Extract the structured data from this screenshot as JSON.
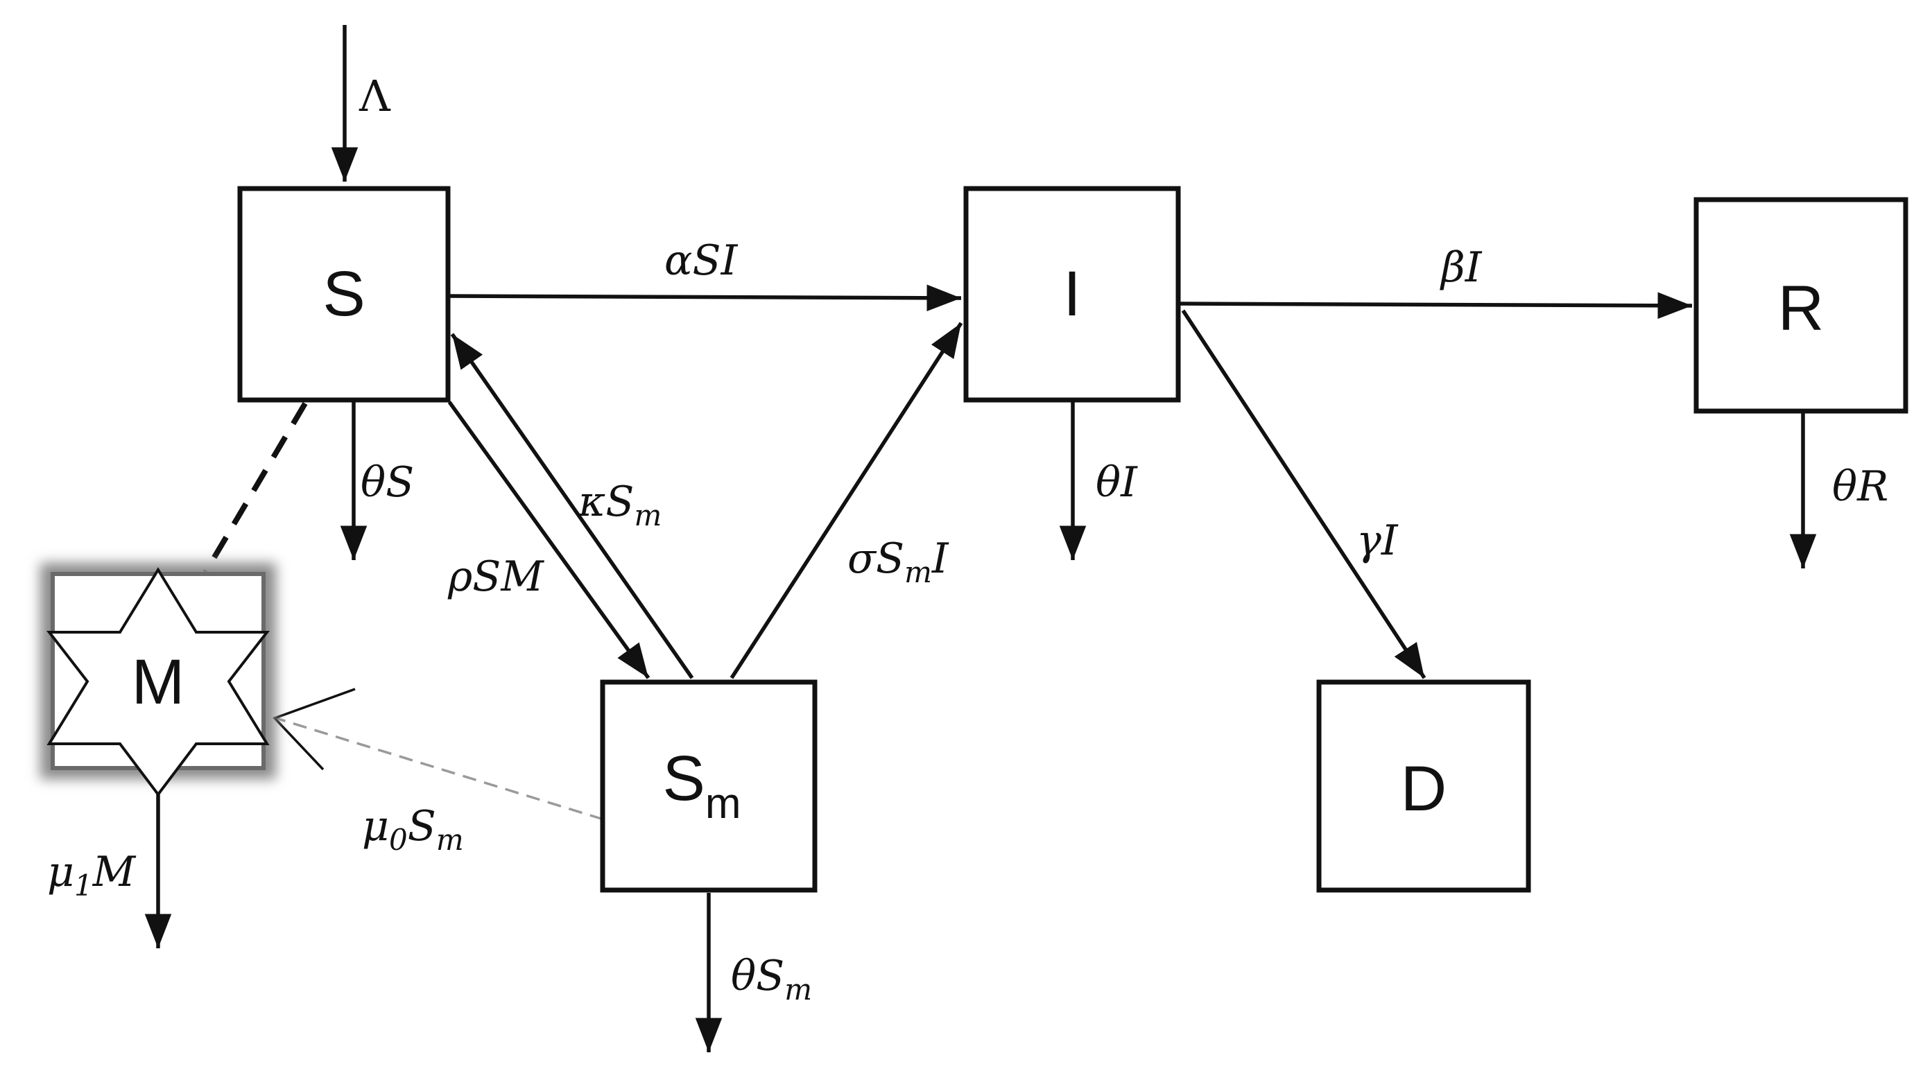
{
  "nodes": {
    "S": "S",
    "I": "I",
    "R": "R",
    "D": "D",
    "M": "M",
    "Sm_main": "S",
    "Sm_sub": "m"
  },
  "rates": {
    "inflow": "Λ",
    "s_to_i": "αSI",
    "i_to_r": "βI",
    "s_out": "θS",
    "i_out": "θI",
    "r_out": "θR",
    "i_to_d": "γI",
    "s_to_sm": "ρSM",
    "sm_to_s_main": "κS",
    "sm_to_s_sub": "m",
    "sm_to_i_main": "σS",
    "sm_to_i_sub": "m",
    "sm_to_i_tail": "I",
    "sm_out_main": "θS",
    "sm_out_sub": "m",
    "sm_to_m_mu": "μ",
    "sm_to_m_mu_sub": "0",
    "sm_to_m_main": "S",
    "sm_to_m_sub": "m",
    "m_out_mu": "μ",
    "m_out_mu_sub": "1",
    "m_out_main": "M"
  }
}
